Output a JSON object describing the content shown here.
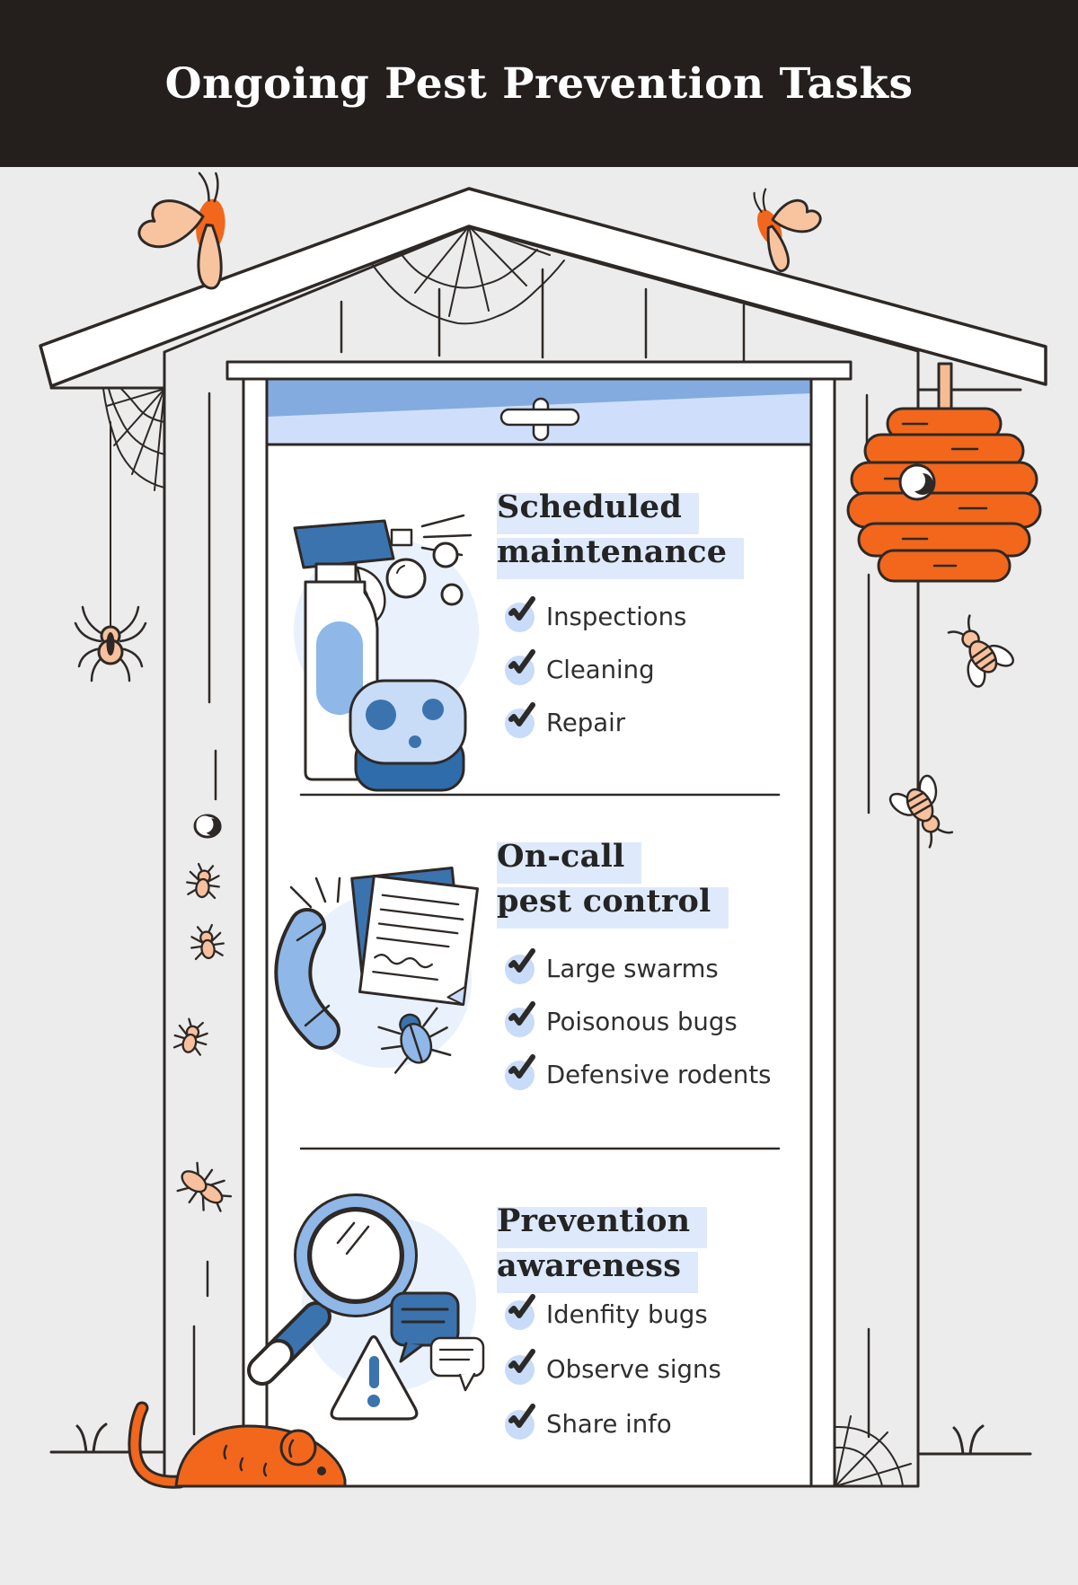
{
  "header": {
    "title": "Ongoing Pest Prevention Tasks"
  },
  "sections": [
    {
      "id": "scheduled-maintenance",
      "title_lines": [
        "Scheduled",
        "maintenance"
      ],
      "items": [
        "Inspections",
        "Cleaning",
        "Repair"
      ]
    },
    {
      "id": "on-call-pest-control",
      "title_lines": [
        "On-call",
        "pest control"
      ],
      "items": [
        "Large swarms",
        "Poisonous bugs",
        "Defensive rodents"
      ]
    },
    {
      "id": "prevention-awareness",
      "title_lines": [
        "Prevention",
        "awareness"
      ],
      "items": [
        "Idenfity bugs",
        "Observe signs",
        "Share info"
      ]
    }
  ],
  "palette": {
    "header_bg": "#241f1d",
    "background": "#ececec",
    "outline": "#2e2926",
    "orange": "#f2671c",
    "peach": "#f8c09c",
    "blue": "#3b73af",
    "blue_light": "#8fb7e8",
    "icon_circle": "#e9f1fd",
    "check_circle": "#c8dbf8",
    "title_highlight": "#dee9fb",
    "transom_light": "#cfdffb",
    "transom_dark": "#84abdf",
    "sponge": "#c8dcf8",
    "sponge_dark": "#2f6cab"
  },
  "decor": {
    "icons": [
      "checkmark-icon",
      "spiderweb-icon",
      "spider-icon",
      "moth-icon",
      "bee-icon",
      "beehive-icon",
      "ant-icon",
      "crawling-bug-icon",
      "knothole-icon",
      "mouse-icon",
      "grass-icon",
      "spray-bottle-icon",
      "sponge-icon",
      "bubbles-icon",
      "phone-icon",
      "document-icon",
      "folder-icon",
      "bug-icon",
      "magnifier-icon",
      "speech-bubble-icon",
      "warning-triangle-icon",
      "door-icon",
      "roof-icon"
    ]
  }
}
